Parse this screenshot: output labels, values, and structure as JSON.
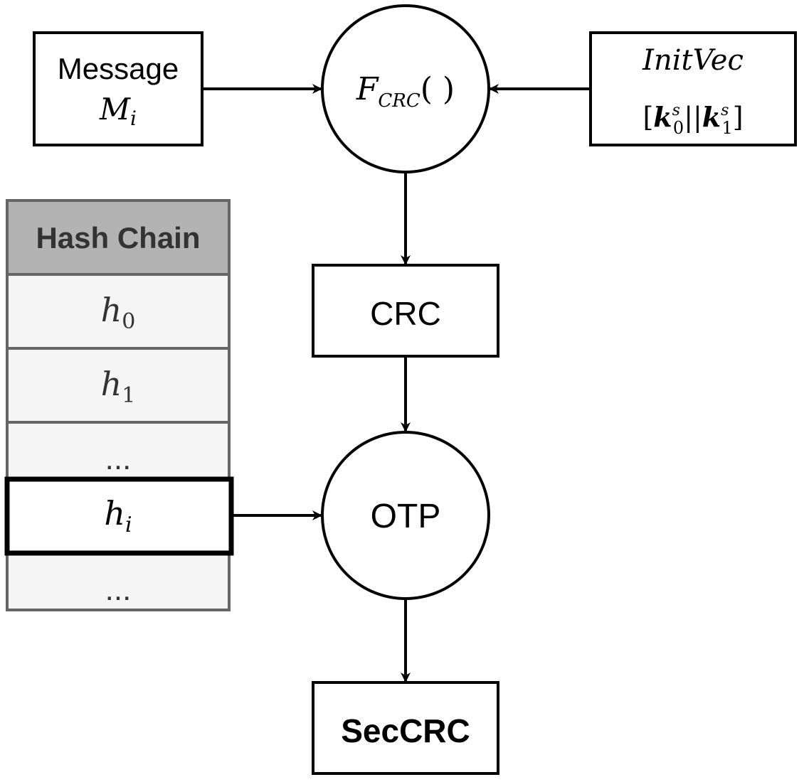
{
  "message_box": {
    "line1": "Message",
    "symbol": "M",
    "subscript": "i"
  },
  "crc_function": {
    "symbol": "F",
    "subscript": "CRC",
    "parens": "( )"
  },
  "init_vec_box": {
    "line1": "InitVec",
    "open_bracket": "[",
    "key_a": "k",
    "key_a_sup": "s",
    "key_a_sub": "0",
    "separator": "||",
    "key_b": "k",
    "key_b_sup": "s",
    "key_b_sub": "1",
    "close_bracket": "]"
  },
  "crc_box": {
    "label": "CRC"
  },
  "otp_circle": {
    "label": "OTP"
  },
  "seccrc_box": {
    "label": "SecCRC"
  },
  "hash_chain": {
    "header": "Hash Chain",
    "rows": [
      {
        "symbol": "h",
        "subscript": "0"
      },
      {
        "symbol": "h",
        "subscript": "1"
      },
      {
        "symbol": "...",
        "subscript": ""
      },
      {
        "symbol": "h",
        "subscript": "i"
      },
      {
        "symbol": "...",
        "subscript": ""
      }
    ]
  },
  "colors": {
    "stroke": "#000000",
    "table_border": "#666666",
    "table_header_bg": "#b3b3b3",
    "table_header_text": "#333333",
    "table_cell_bg": "#f5f5f5",
    "table_cell_text": "#333333"
  }
}
